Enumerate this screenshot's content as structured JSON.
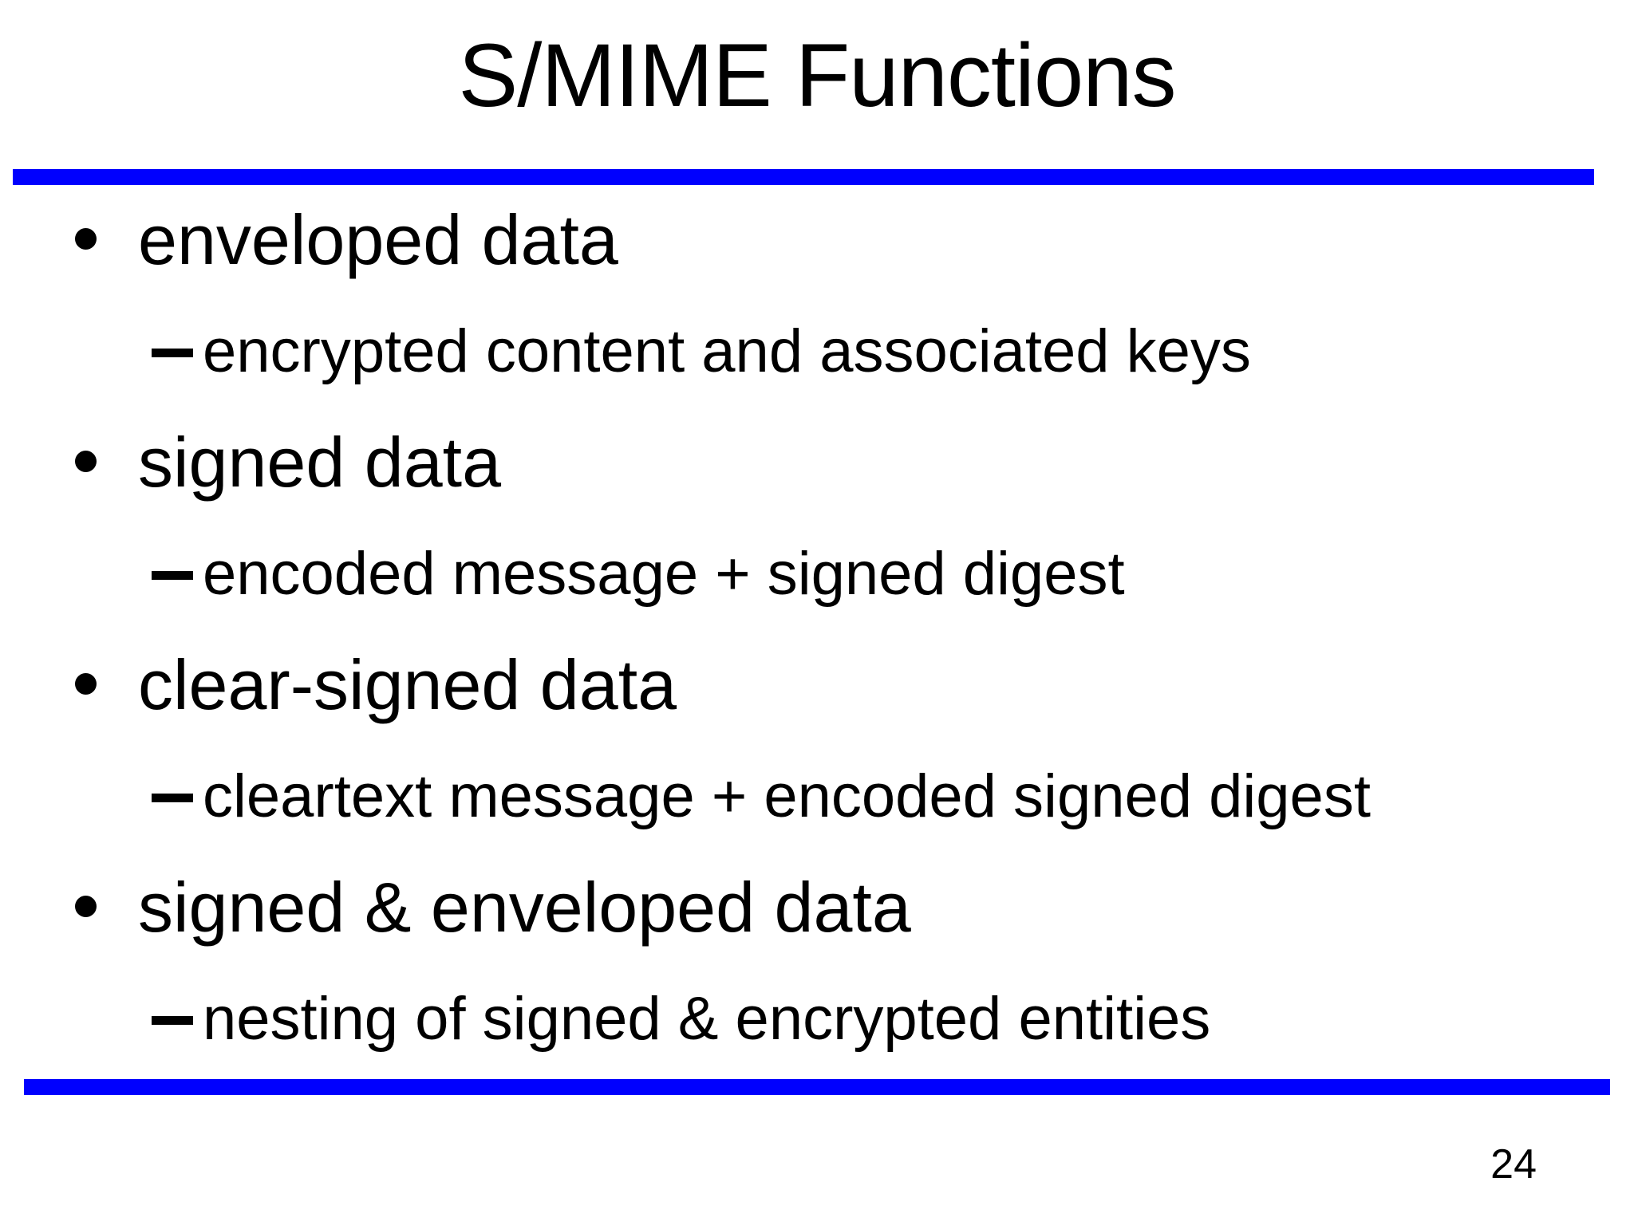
{
  "slide": {
    "title": "S/MIME Functions",
    "page_number": "24",
    "accent_color": "#0000fe",
    "bullet_glyph": "•",
    "sub_bullet_glyph": "–",
    "bullets": [
      {
        "label": "enveloped data",
        "subs": [
          "encrypted content and associated keys"
        ]
      },
      {
        "label": "signed data",
        "subs": [
          "encoded message + signed digest"
        ]
      },
      {
        "label": "clear-signed data",
        "subs": [
          "cleartext message + encoded signed digest"
        ]
      },
      {
        "label": "signed & enveloped data",
        "subs": [
          "nesting of signed & encrypted entities"
        ]
      }
    ]
  }
}
